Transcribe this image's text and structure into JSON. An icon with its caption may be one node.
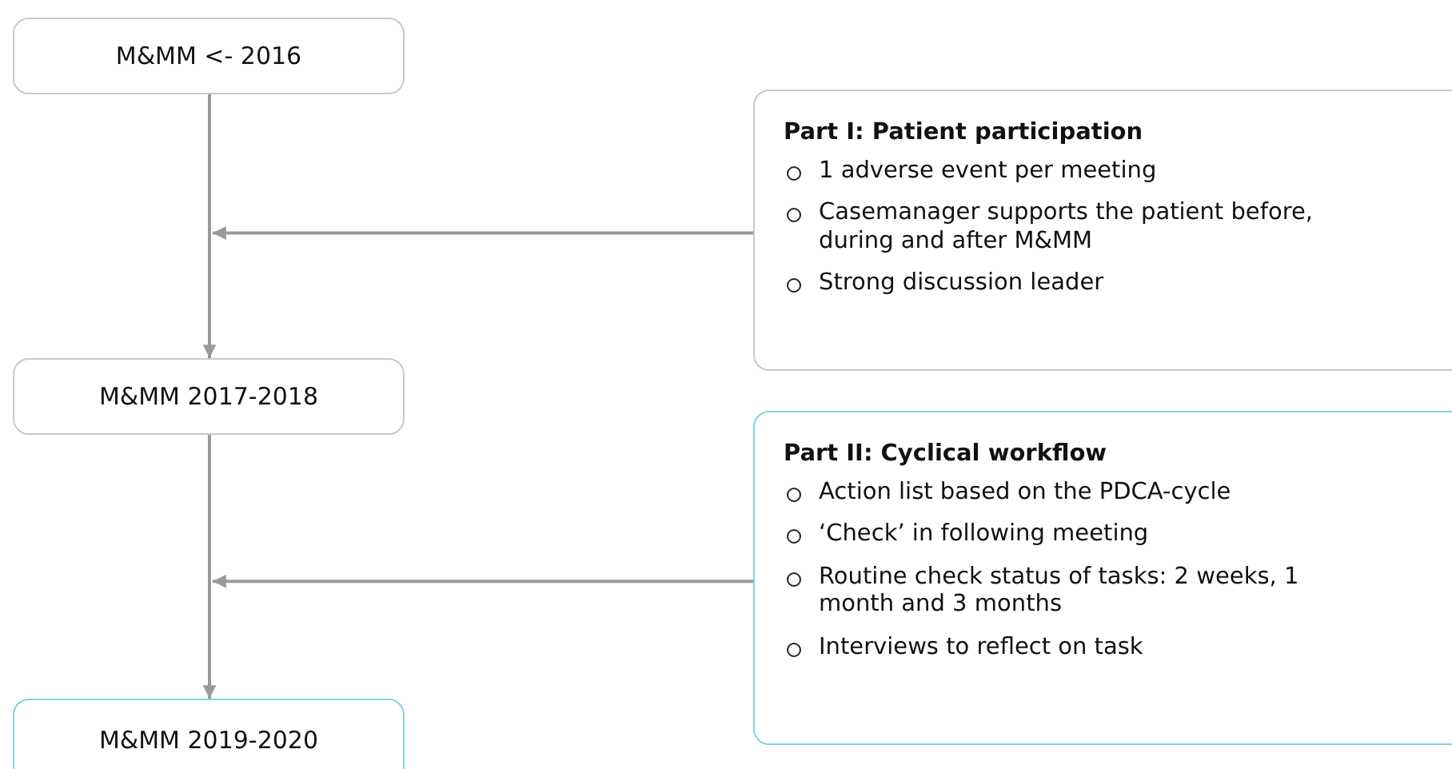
{
  "diagram": {
    "nodes": [
      {
        "text": [
          "M&MM <- 2016"
        ]
      },
      {
        "text": [
          "M&MM 2017-2018"
        ]
      },
      {
        "text": [
          "M&MM 2019-2020"
        ]
      },
      {
        "text": [
          "Part I: Patient participation",
          "1 adverse event per meeting",
          "Casemanager supports the patient before, during and after M&MM",
          "Strong discussion leader"
        ]
      },
      {
        "text": [
          "Part II: Cyclical workflow",
          "Action list based on the PDCA-cycle",
          "‘Check’ in following meeting",
          "Routine check status of tasks: 2 weeks, 1 month and 3 months",
          "Interviews to reflect on task"
        ]
      }
    ],
    "edges": [
      {
        "from": 0,
        "to": 1,
        "arrow": "to"
      },
      {
        "from": 1,
        "to": 2,
        "arrow": "to"
      },
      {
        "from": 3,
        "to": null,
        "arrow": "to"
      },
      {
        "from": 4,
        "to": null,
        "arrow": "to"
      }
    ]
  }
}
